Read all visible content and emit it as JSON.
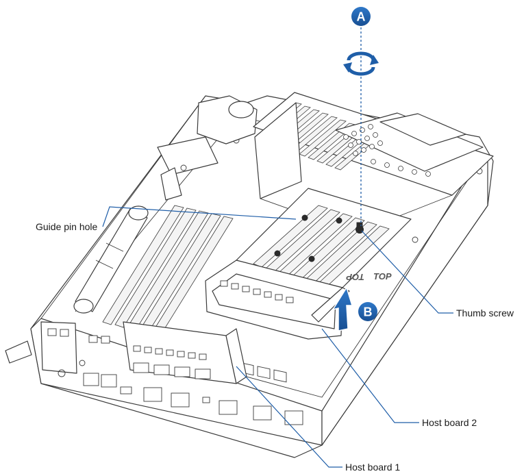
{
  "steps": {
    "a": "A",
    "b": "B"
  },
  "callouts": {
    "guide_pin_hole": "Guide pin hole",
    "thumb_screw": "Thumb screw",
    "host_board_2": "Host board 2",
    "host_board_1": "Host board 1"
  },
  "board_markings": {
    "top_1": "TOP",
    "top_2": "TOP"
  },
  "colors": {
    "accent": "#1f5ea8",
    "badge": "#1f5ea8",
    "line_art": "#3a3a3a"
  },
  "icons": {
    "rotate": "rotate-arrows-icon",
    "lift": "up-arrow-icon"
  }
}
